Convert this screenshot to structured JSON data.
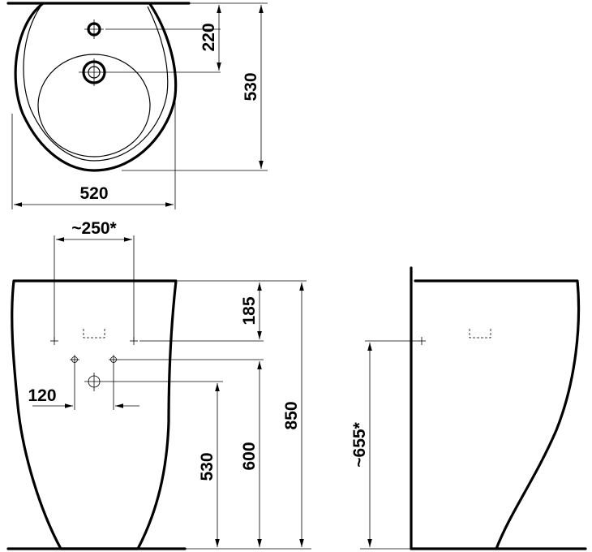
{
  "top_view": {
    "dim_tap_offset": "220",
    "dim_depth": "530",
    "dim_width": "520"
  },
  "front_view": {
    "dim_mount_spacing": "~250*",
    "dim_mount_height_from_top": "185",
    "dim_supply_spacing": "120",
    "dim_waste_height": "530",
    "dim_supply_height": "600",
    "dim_total_height": "850"
  },
  "side_view": {
    "dim_mount_height": "~655*"
  }
}
